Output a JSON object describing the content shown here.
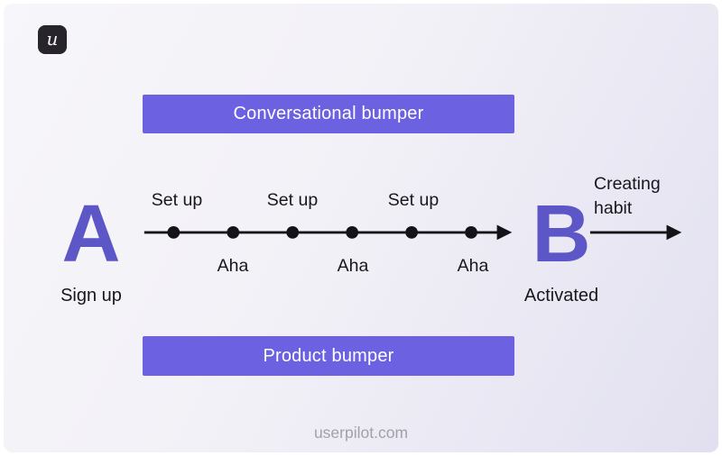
{
  "logo": {
    "glyph": "u"
  },
  "bumpers": {
    "top_label": "Conversational bumper",
    "bottom_label": "Product bumper"
  },
  "journey": {
    "start": {
      "letter": "A",
      "label": "Sign up"
    },
    "end": {
      "letter": "B",
      "label": "Activated"
    },
    "next_step_label": "Creating habit",
    "milestones": [
      {
        "label": "Set up",
        "row": "above"
      },
      {
        "label": "Aha",
        "row": "below"
      },
      {
        "label": "Set up",
        "row": "above"
      },
      {
        "label": "Aha",
        "row": "below"
      },
      {
        "label": "Set up",
        "row": "above"
      },
      {
        "label": "Aha",
        "row": "below"
      }
    ]
  },
  "footer": {
    "watermark": "userpilot.com"
  },
  "colors": {
    "accent_purple": "#6b61e1",
    "letter_purple": "#5d56c6",
    "ink_black": "#141418",
    "watermark_gray": "#a2a0ad",
    "logo_background": "#27252b",
    "canvas_gradient_start": "#f7f6fa",
    "canvas_gradient_end": "#e2e0f0"
  }
}
